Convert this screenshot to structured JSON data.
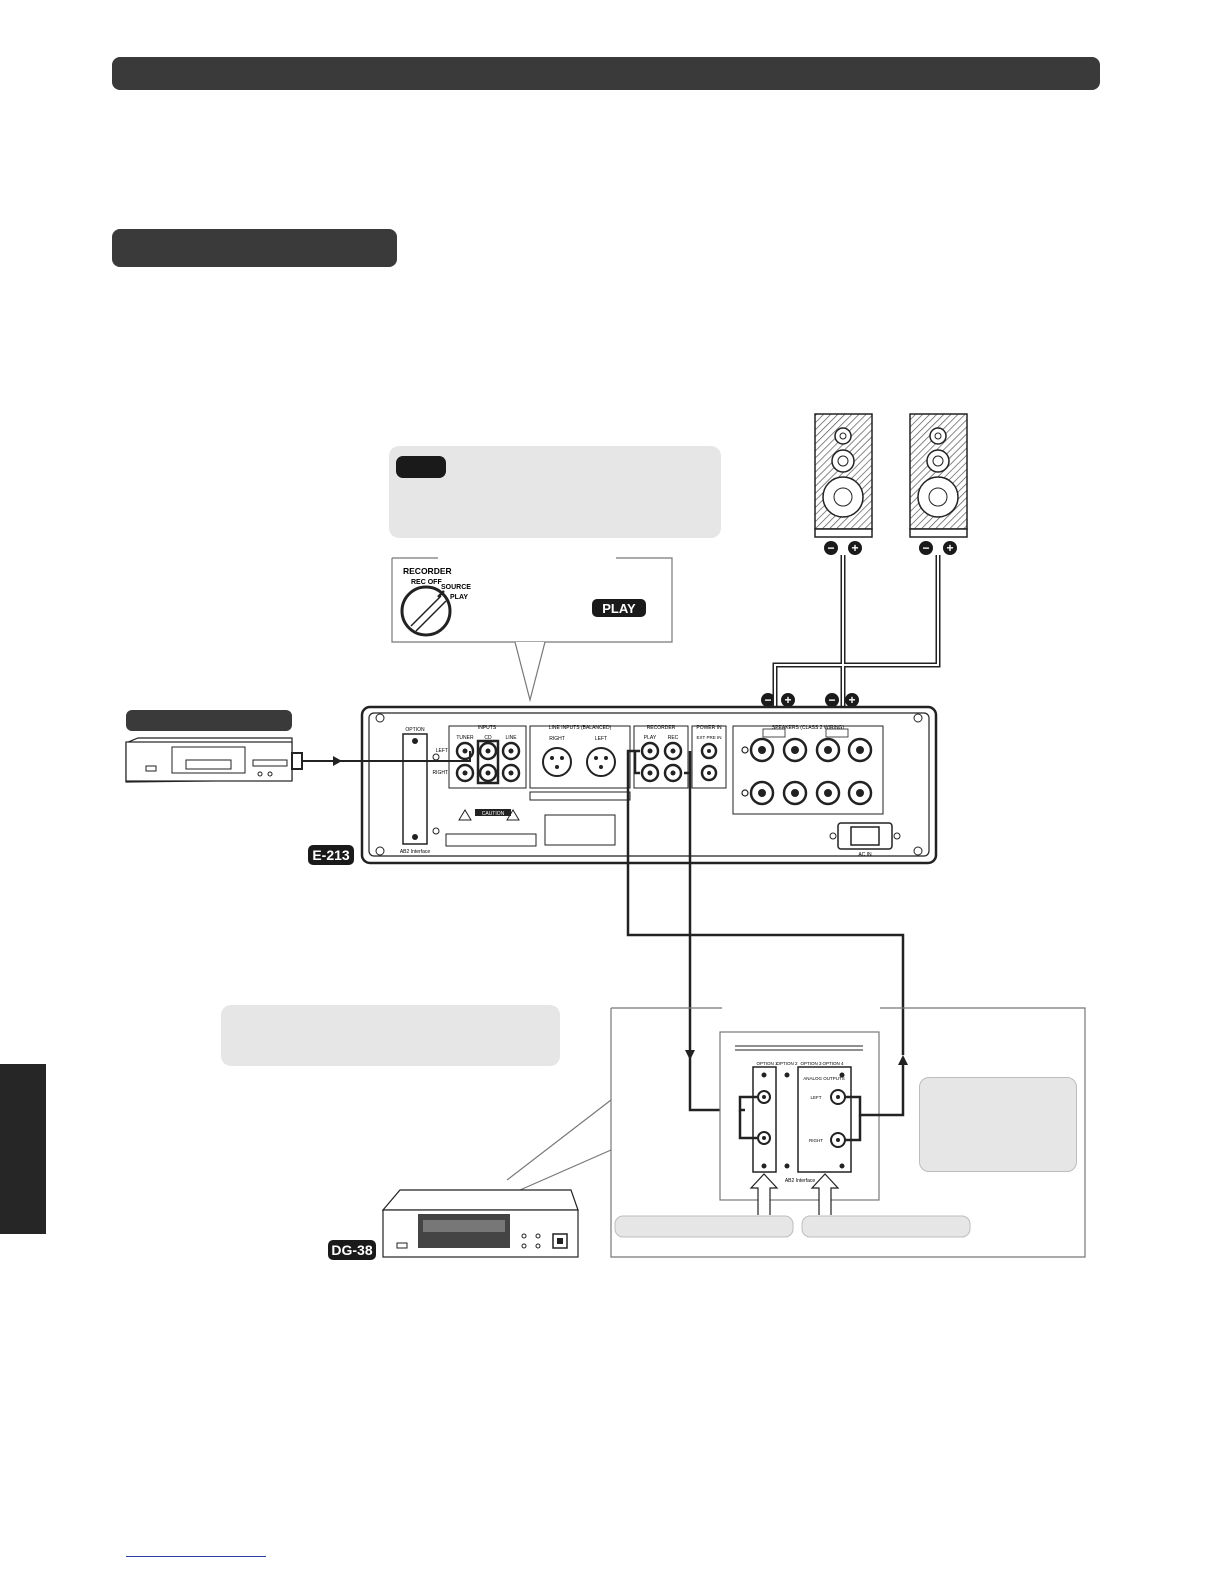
{
  "selector": {
    "recorder": "RECORDER",
    "rec_off": "REC OFF",
    "source": "SOURCE",
    "play": "PLAY",
    "play_badge": "PLAY"
  },
  "amp": {
    "model_tag": "E-213",
    "option_label": "OPTION",
    "ab2_label": "AB2 Interface",
    "inputs_label": "INPUTS",
    "tuner": "TUNER",
    "cd": "CD",
    "line": "LINE",
    "left": "LEFT",
    "right": "RIGHT",
    "line_inputs_label": "LINE INPUTS (BALANCED)",
    "recorder_label": "RECORDER",
    "play": "PLAY",
    "rec": "REC",
    "power_in": "POWER IN",
    "ext_pre_in": "EXT PRE IN",
    "speakers_label": "SPEAKERS (CLASS 2 WIRING)",
    "caution": "CAUTION",
    "ac_in": "AC IN"
  },
  "speaker_poles": {
    "minus": "−",
    "plus": "+"
  },
  "dac": {
    "model_tag": "DG-38",
    "option1": "OPTION 1",
    "option2": "OPTION 2",
    "option3": "OPTION 3",
    "option4": "OPTION 4",
    "analog_outputs": "ANALOG OUTPUTS",
    "left": "LEFT",
    "right": "RIGHT",
    "ab2": "AB2 Interface"
  }
}
